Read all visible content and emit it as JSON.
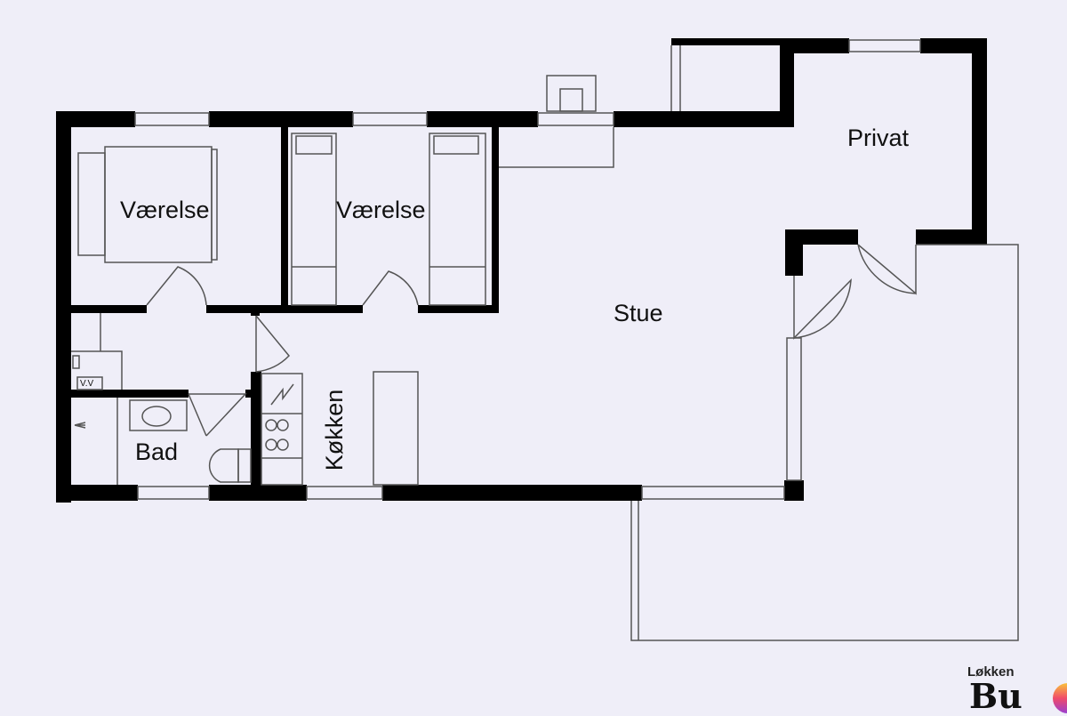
{
  "rooms": {
    "vaerelse_1": "Værelse",
    "vaerelse_2": "Værelse",
    "stue": "Stue",
    "privat": "Privat",
    "bad": "Bad",
    "kokken": "Køkken",
    "vv": "V.V"
  },
  "logo": {
    "top": "Løkken",
    "main": "Bu"
  },
  "colors": {
    "background": "#efeef8",
    "wall": "#000000",
    "line": "#555555"
  }
}
